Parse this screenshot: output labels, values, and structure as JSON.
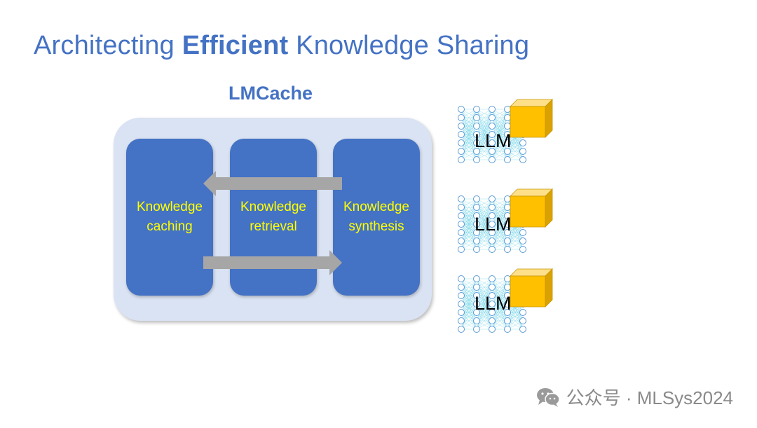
{
  "slide": {
    "title_prefix": "Architecting ",
    "title_bold": "Efficient",
    "title_suffix": " Knowledge Sharing",
    "system_label": "LMCache"
  },
  "modules": [
    {
      "line1": "Knowledge",
      "line2": "caching"
    },
    {
      "line1": "Knowledge",
      "line2": "retrieval"
    },
    {
      "line1": "Knowledge",
      "line2": "synthesis"
    }
  ],
  "llms": [
    {
      "label": "LLM"
    },
    {
      "label": "LLM"
    },
    {
      "label": "LLM"
    }
  ],
  "footer": {
    "text": "公众号 · MLSys2024"
  },
  "colors": {
    "accent": "#4472c4",
    "panel": "#dae3f3",
    "module_text": "#ffff00",
    "arrow": "#a6a6a6",
    "cube": "#ffc000",
    "network": "#47c7e0"
  },
  "icons": [
    "neural-network-icon",
    "kv-cache-cube-icon",
    "wechat-icon"
  ]
}
